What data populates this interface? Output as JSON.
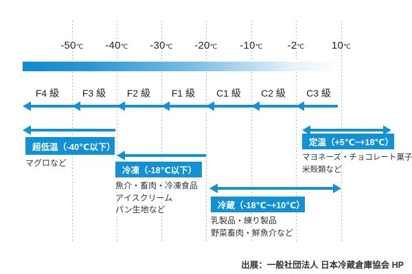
{
  "scale": {
    "unit": "℃",
    "ticks": [
      "-50",
      "-40",
      "-30",
      "-20",
      "-10",
      "-2",
      "10"
    ]
  },
  "grades": [
    "F4 級",
    "F3 級",
    "F2 級",
    "F1 級",
    "C1 級",
    "C2 級",
    "C3 級"
  ],
  "zones": [
    {
      "id": "ultra-low",
      "title": "超低温（-40℃以下）",
      "items": [
        "マグロなど"
      ]
    },
    {
      "id": "frozen",
      "title": "冷凍（-18℃以下）",
      "items": [
        "魚介・畜肉・冷凍食品",
        "アイスクリーム",
        "パン生地など"
      ]
    },
    {
      "id": "chilled",
      "title": "冷蔵（-18℃~+10℃）",
      "items": [
        "乳製品・練り製品",
        "野菜畜肉・鮮魚介など"
      ]
    },
    {
      "id": "constant",
      "title": "定温（+5℃~+18℃）",
      "items": [
        "マヨネーズ・チョコレート菓子",
        "米殻類など"
      ]
    }
  ],
  "source": "出展：一般社団法人 日本冷蔵倉庫協会 HP",
  "colors": {
    "accent": "#1391d5",
    "gradient_start": "#0c8cd0",
    "gradient_end": "#ffffff",
    "gridline": "#8fc3e4",
    "text": "#333333"
  }
}
